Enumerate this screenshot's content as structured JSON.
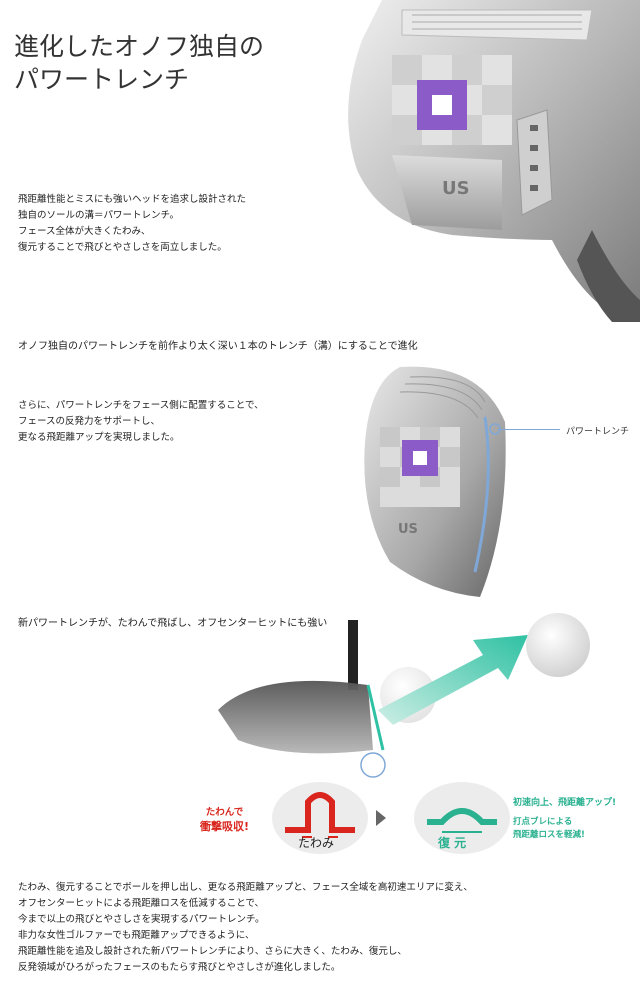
{
  "title_lines": [
    "進化したオノフ独自の",
    "パワートレンチ"
  ],
  "intro_lines": [
    "飛距離性能とミスにも強いヘッドを追求し設計された",
    "独自のソールの溝＝パワートレンチ。",
    "フェース全体が大きくたわみ、",
    "復元することで飛びとやさしさを両立しました。"
  ],
  "heading_1": "オノフ独自のパワートレンチを前作より太く深い１本のトレンチ（溝）にすることで進化",
  "trench_lines": [
    "さらに、パワートレンチをフェース側に配置することで、",
    "フェースの反発力をサポートし、",
    "更なる飛距離アップを実現しました。"
  ],
  "trench_callout": "パワートレンチ",
  "heading_2": "新パワートレンチが、たわんで飛ばし、オフセンターヒットにも強い",
  "diagram": {
    "absorb_lines": [
      "たわんで",
      "衝撃吸収!"
    ],
    "flex_label": "たわみ",
    "restore_label": "復 元",
    "gain_text": "初速向上、飛距離アップ!",
    "offcenter_lines": [
      "打点ブレによる",
      "飛距離ロスを軽減!"
    ]
  },
  "head_sole_mark": "US",
  "closing_lines": [
    "たわみ、復元することでボールを押し出し、更なる飛距離アップと、フェース全域を高初速エリアに変え、",
    "オフセンターヒットによる飛距離ロスを低減することで、",
    "今まで以上の飛びとやさしさを実現するパワートレンチ。",
    "非力な女性ゴルファーでも飛距離アップできるように、",
    "飛距離性能を追及し設計された新パワートレンチにより、さらに大きく、たわみ、復元し、",
    "反発領域がひろがったフェースのもたらす飛びとやさしさが進化しました。"
  ],
  "colors": {
    "accent_purple": "#8b5cc8",
    "red": "#d9251d",
    "green": "#2ab190",
    "teal_arrow": "#2fc1a3"
  }
}
